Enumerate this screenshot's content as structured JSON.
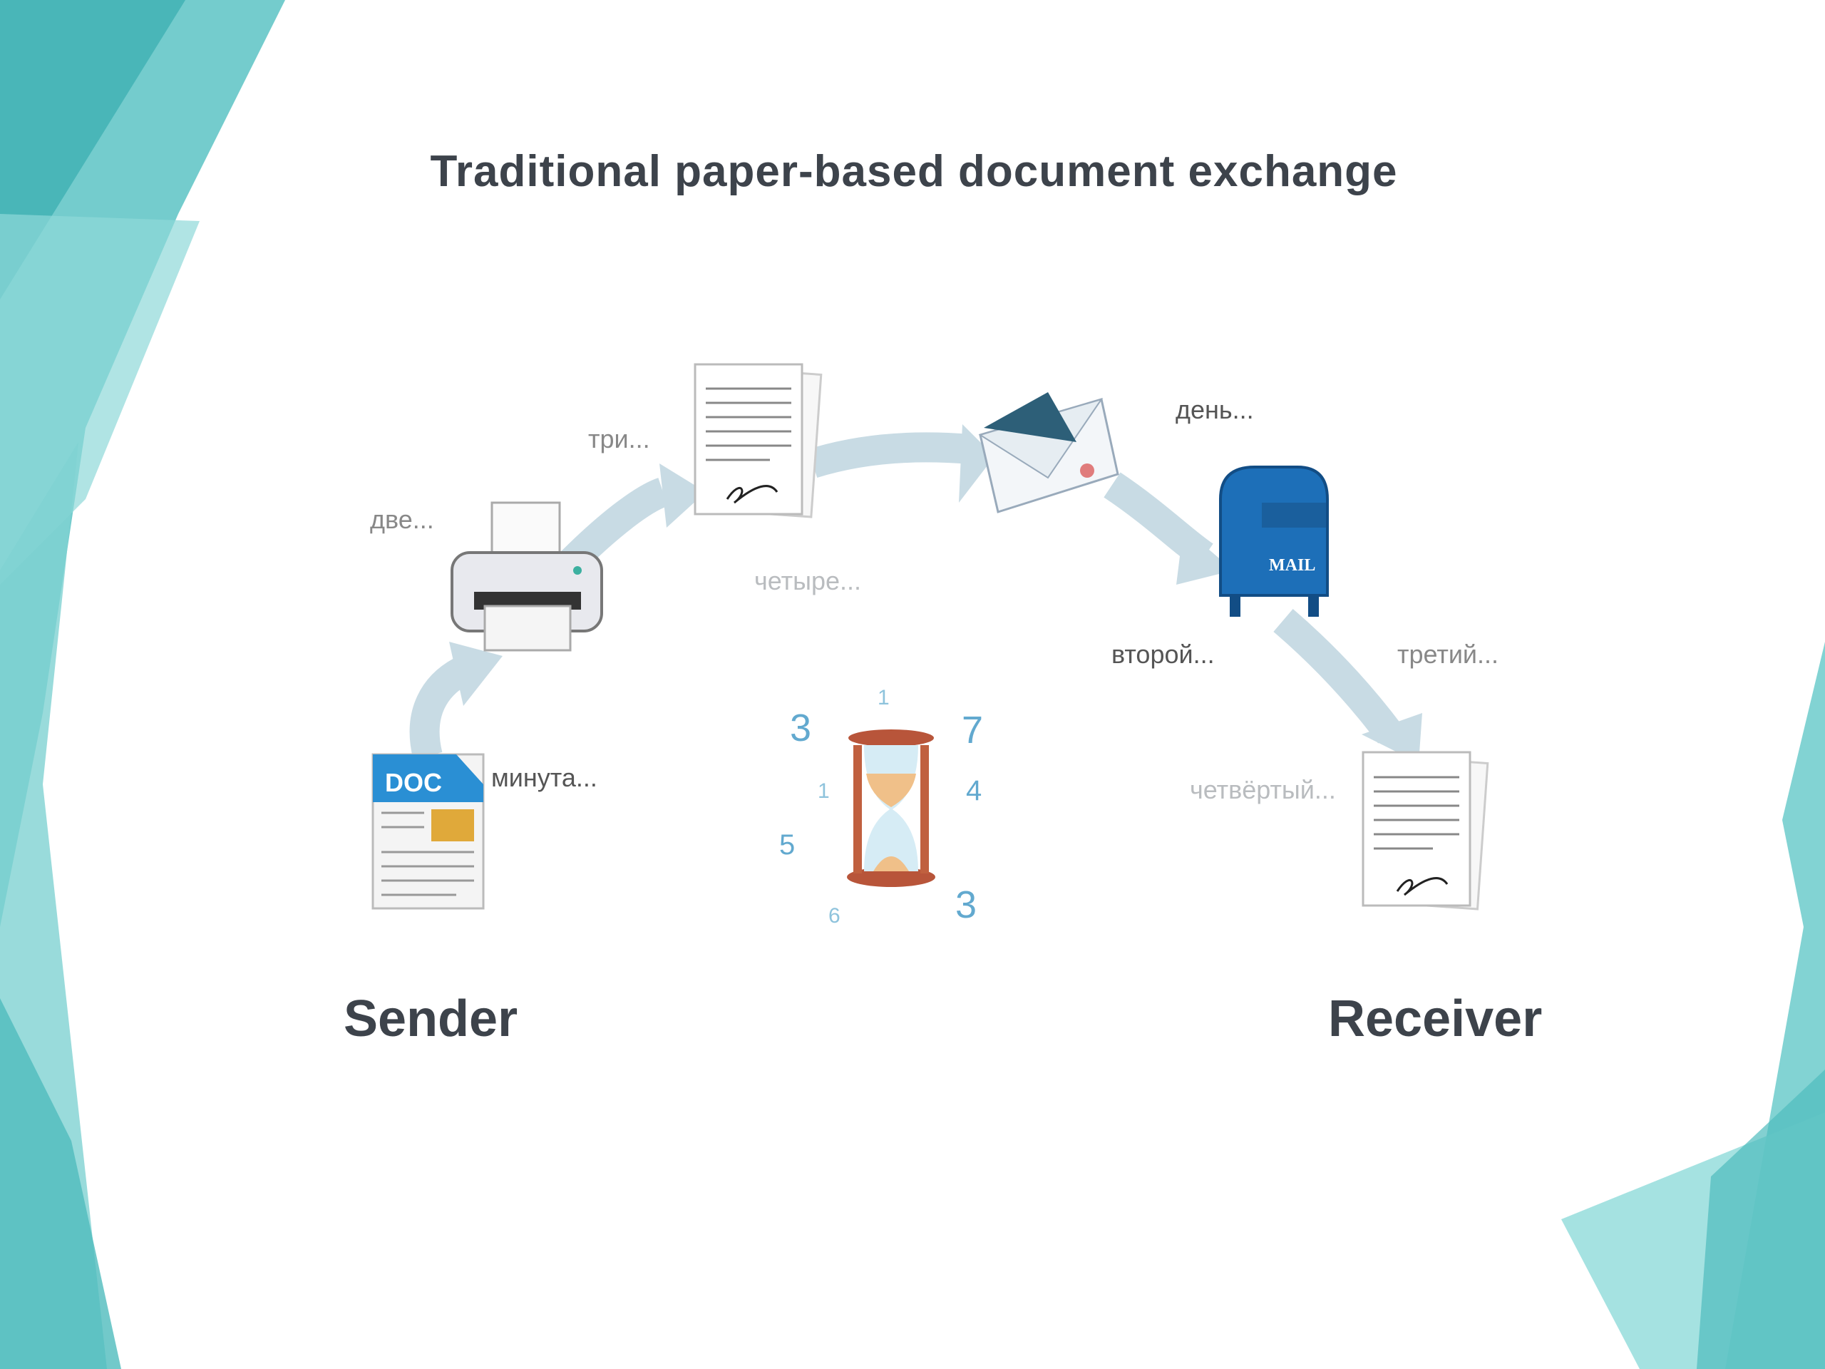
{
  "title": "Traditional paper-based document exchange",
  "sender_label": "Sender",
  "receiver_label": "Receiver",
  "step_labels": {
    "minute": "минута...",
    "two": "две...",
    "three": "три...",
    "four": "четыре...",
    "day": "день...",
    "second": "второй...",
    "third": "третий...",
    "fourth": "четвёртый..."
  },
  "clock_numbers": [
    "1",
    "3",
    "7",
    "1",
    "4",
    "5",
    "6",
    "3"
  ],
  "icons": {
    "doc_badge": "DOC",
    "mailbox_text": "MAIL"
  },
  "colors": {
    "title": "#3d434b",
    "teal": "#5cc6c8",
    "arrow": "#c8dbe4"
  }
}
